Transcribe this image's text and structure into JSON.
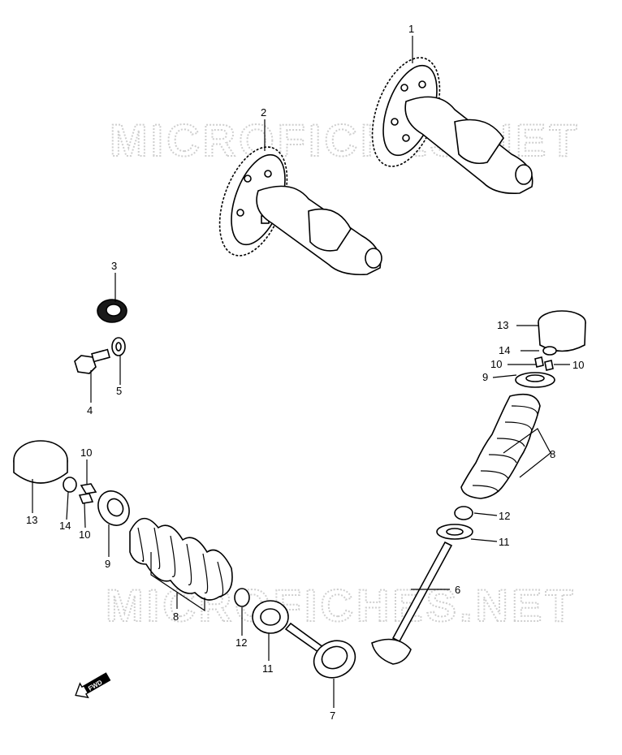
{
  "watermarks": [
    "MICROFICHES.NET",
    "MICROFICHES.NET"
  ],
  "fwd_label": "FWD",
  "labels": {
    "p1": "1",
    "p2": "2",
    "p3": "3",
    "p4": "4",
    "p5": "5",
    "p6": "6",
    "p7": "7",
    "p8_left": "8",
    "p8_right": "8",
    "p9_left": "9",
    "p9_right": "9",
    "p10_left_top": "10",
    "p10_left_bottom": "10",
    "p10_right_a": "10",
    "p10_right_b": "10",
    "p11_left": "11",
    "p11_right": "11",
    "p12_left": "12",
    "p12_right": "12",
    "p13_left": "13",
    "p13_right": "13",
    "p14_left": "14",
    "p14_right": "14"
  }
}
